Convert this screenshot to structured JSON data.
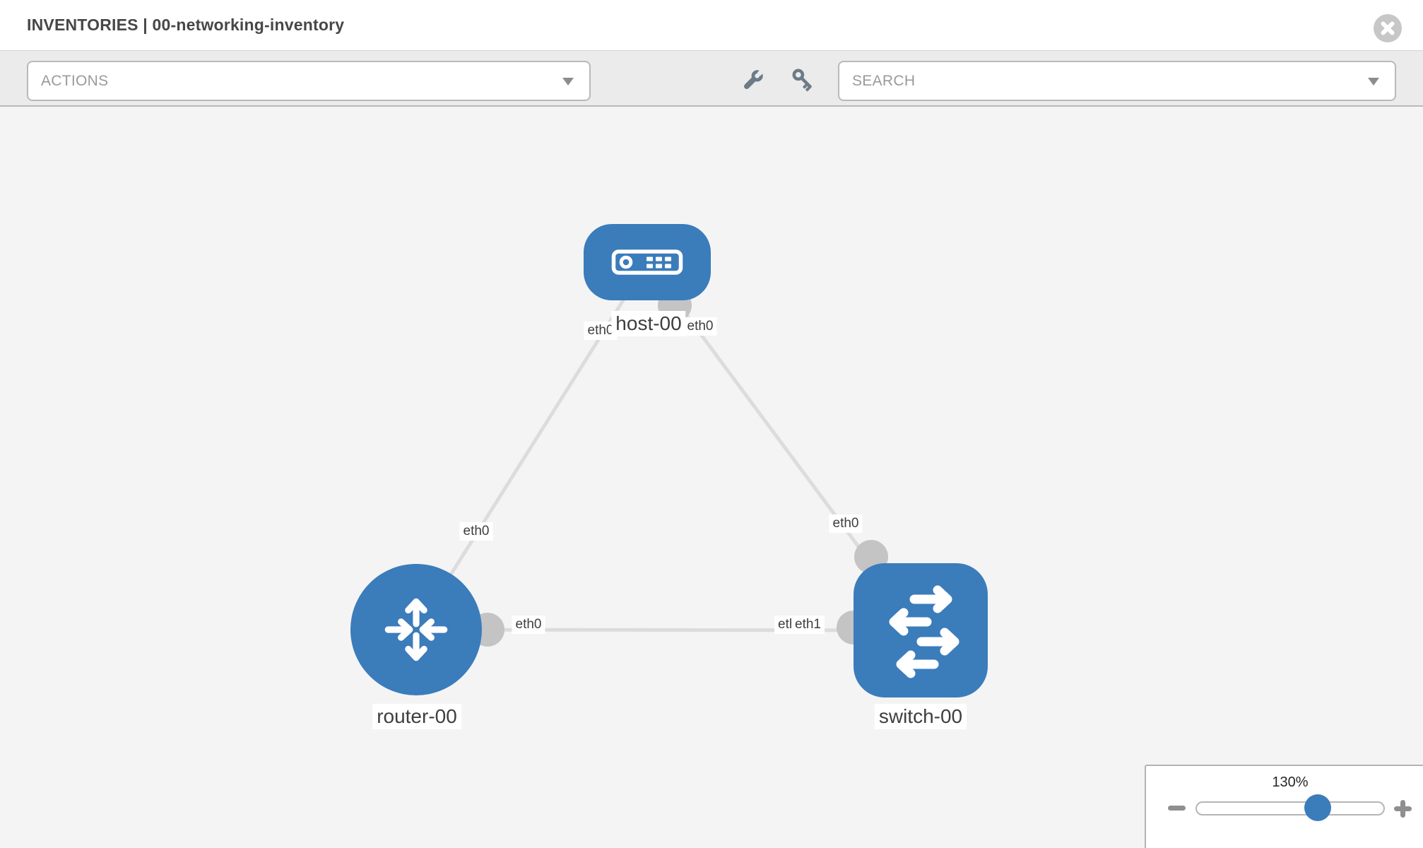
{
  "header": {
    "title": "INVENTORIES | 00-networking-inventory"
  },
  "toolbar": {
    "actions_placeholder": "ACTIONS",
    "search_placeholder": "SEARCH"
  },
  "graph": {
    "nodes": {
      "host": {
        "label": "host-00",
        "type": "host"
      },
      "router": {
        "label": "router-00",
        "type": "router"
      },
      "switch": {
        "label": "switch-00",
        "type": "switch"
      }
    },
    "edges": [
      {
        "source": "host-00",
        "target": "router-00",
        "source_interface": "eth0",
        "target_interface": "eth0"
      },
      {
        "source": "host-00",
        "target": "switch-00",
        "source_interface": "eth0",
        "target_interface": "eth0"
      },
      {
        "source": "router-00",
        "target": "switch-00",
        "source_interface": "eth0",
        "target_interface": "eth1"
      }
    ],
    "interface_chips": {
      "host_router_host": "eth0",
      "host_switch_host": "eth0",
      "host_router_router": "eth0",
      "host_switch_switch": "eth0",
      "router_switch_router": "eth0",
      "router_switch_switch_under": "eth0",
      "router_switch_switch": "eth1"
    }
  },
  "zoom_control": {
    "level": "130%"
  },
  "colors": {
    "node_blue": "#3b7cbb",
    "edge_gray": "#dcdcdc",
    "port_gray": "#c4c4c4"
  }
}
